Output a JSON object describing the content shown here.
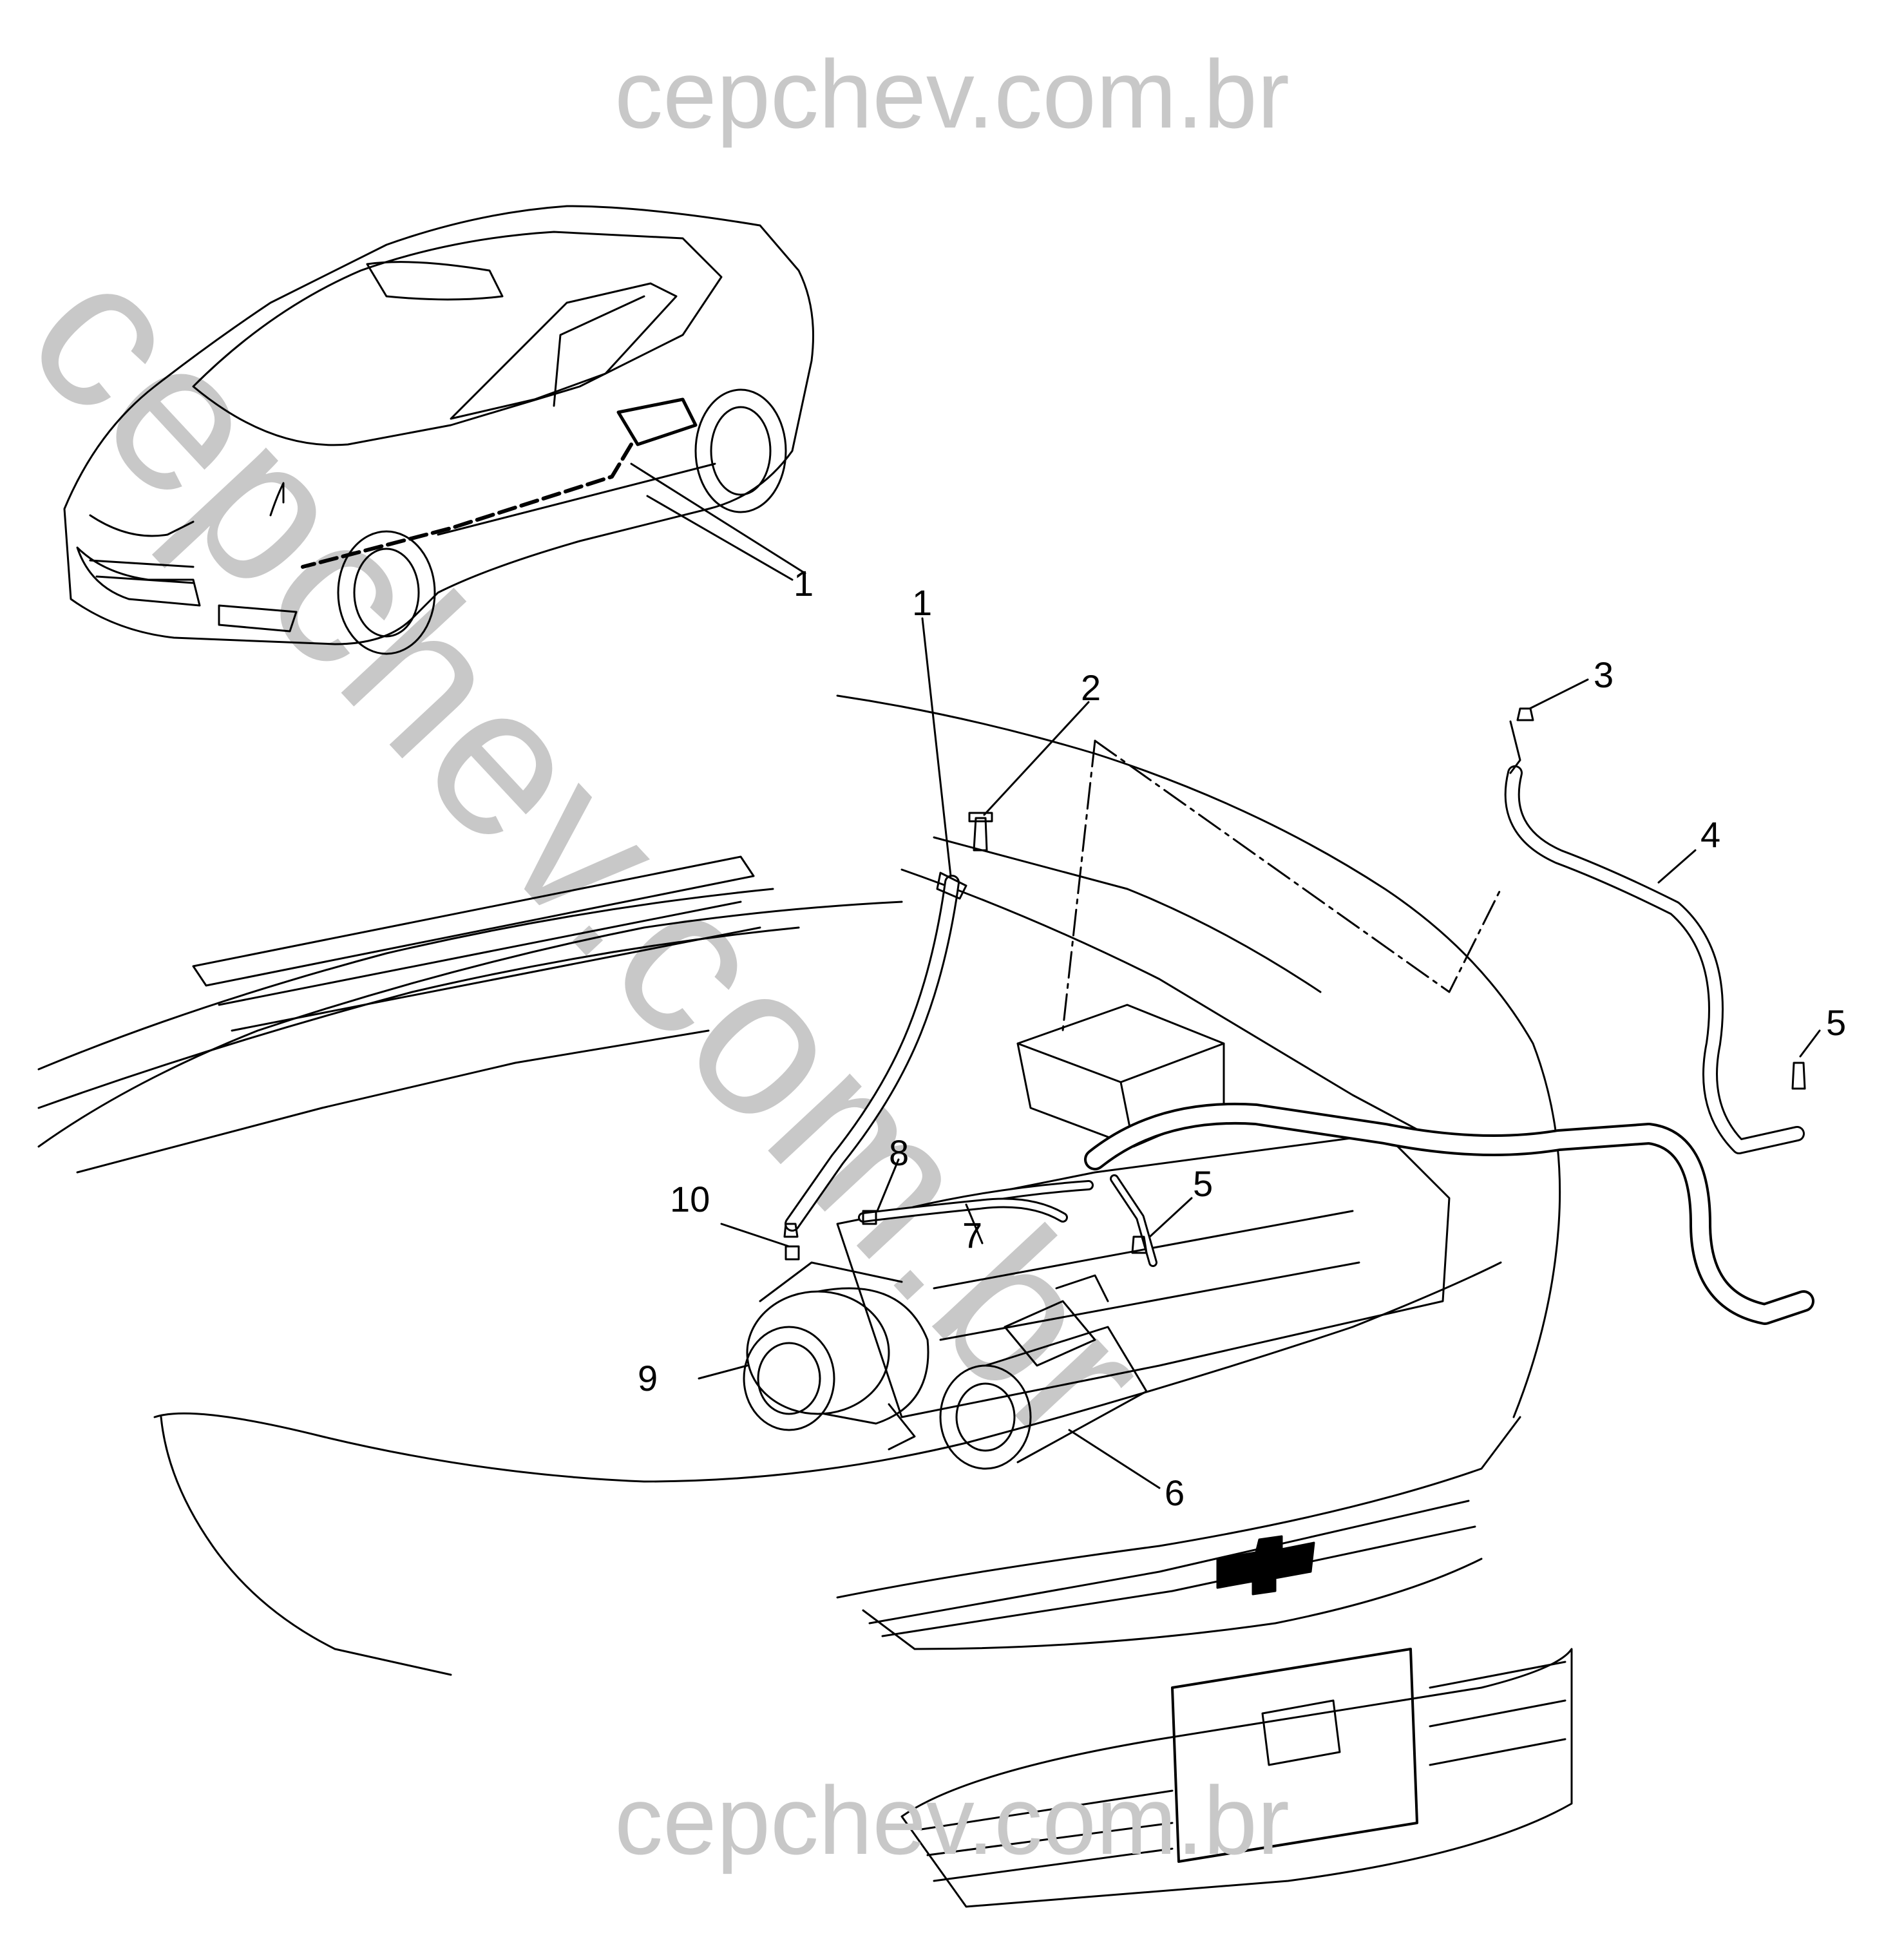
{
  "watermark": {
    "top": "cepchev.com.br",
    "diagonal": "cepchev.com.br",
    "bottom": "cepchev.com.br"
  },
  "callouts": {
    "c1_car": "1",
    "c1_engine": "1",
    "c2": "2",
    "c3": "3",
    "c4": "4",
    "c5_right": "5",
    "c5_center": "5",
    "c6": "6",
    "c7": "7",
    "c8": "8",
    "c9": "9",
    "c10": "10"
  }
}
